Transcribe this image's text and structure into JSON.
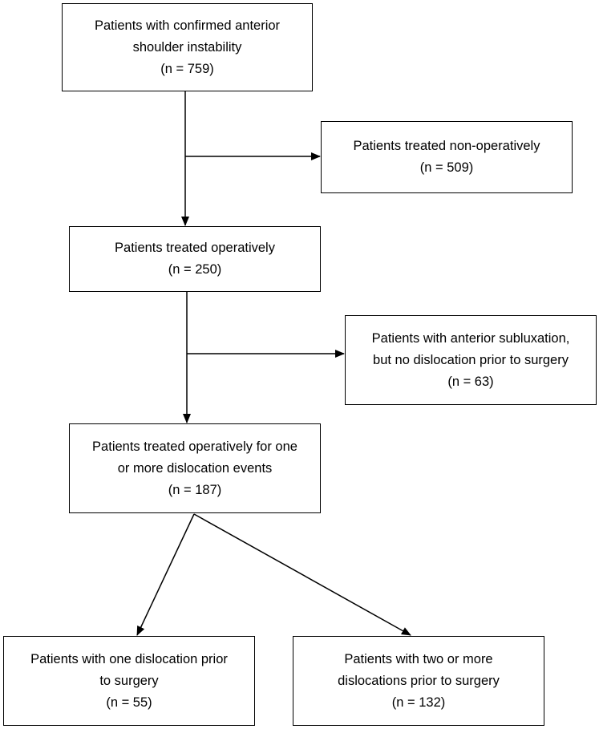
{
  "flowchart": {
    "nodes": {
      "confirmed": {
        "line1": "Patients with confirmed anterior",
        "line2": "shoulder instability",
        "count": "(n = 759)"
      },
      "non_operative": {
        "line1": "Patients treated non-operatively",
        "count": "(n = 509)"
      },
      "operative": {
        "line1": "Patients treated operatively",
        "count": "(n = 250)"
      },
      "subluxation": {
        "line1": "Patients with anterior subluxation,",
        "line2": "but no dislocation prior to surgery",
        "count": "(n = 63)"
      },
      "dislocation": {
        "line1": "Patients treated operatively for one",
        "line2": "or more dislocation events",
        "count": "(n = 187)"
      },
      "one_dislocation": {
        "line1": "Patients with one dislocation prior",
        "line2": "to surgery",
        "count": "(n = 55)"
      },
      "two_or_more": {
        "line1": "Patients with two or more",
        "line2": "dislocations prior to surgery",
        "count": "(n = 132)"
      }
    },
    "edges": [
      {
        "from": "confirmed",
        "to": "operative"
      },
      {
        "from": "confirmed",
        "to": "non_operative"
      },
      {
        "from": "operative",
        "to": "dislocation"
      },
      {
        "from": "operative",
        "to": "subluxation"
      },
      {
        "from": "dislocation",
        "to": "one_dislocation"
      },
      {
        "from": "dislocation",
        "to": "two_or_more"
      }
    ],
    "colors": {
      "line": "#000000",
      "box_border": "#000000",
      "box_fill": "#ffffff"
    }
  }
}
